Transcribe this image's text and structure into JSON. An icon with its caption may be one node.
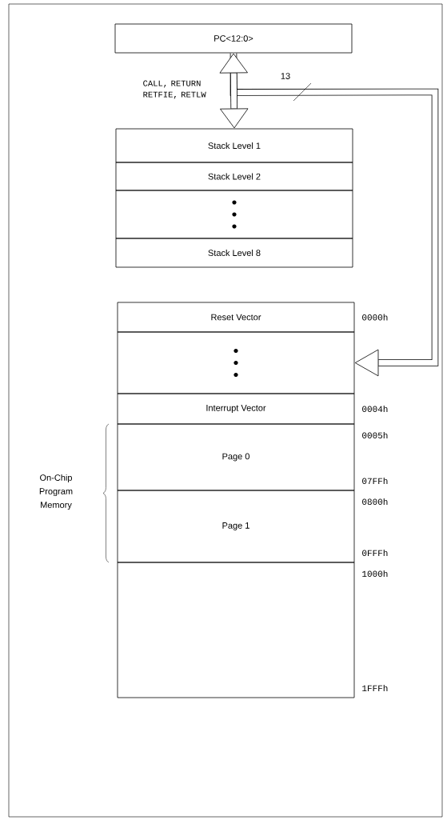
{
  "diagram": {
    "nodes": [
      {
        "text": [
          "PC<12:0>"
        ]
      },
      {
        "text": [
          "Stack Level 1"
        ]
      },
      {
        "text": [
          "Stack Level 2"
        ]
      },
      {
        "text": [],
        "shape": "box"
      },
      {
        "text": [
          "Stack Level 8"
        ]
      },
      {
        "text": [
          "Reset Vector"
        ],
        "beside": [
          "0000h"
        ]
      },
      {
        "text": [],
        "shape": "box"
      },
      {
        "text": [
          "Interrupt Vector"
        ],
        "beside": [
          "0004h"
        ]
      },
      {
        "text": [
          "Page 0"
        ],
        "beside": [
          "0005h",
          "07FFh"
        ]
      },
      {
        "text": [
          "Page 1"
        ],
        "beside": [
          "0800h",
          "0FFFh"
        ]
      },
      {
        "text": [],
        "shape": "box",
        "beside": [
          "1000h",
          "1FFFh"
        ]
      }
    ],
    "edges": [
      {
        "from": 0,
        "to": 1,
        "arrow": "both",
        "label": "CALL, RETURN RETFIE, RETLW"
      },
      {
        "from": 0,
        "to": 6,
        "arrow": "to",
        "label": "13"
      }
    ],
    "labels": [
      "On-Chip Program Memory"
    ]
  }
}
